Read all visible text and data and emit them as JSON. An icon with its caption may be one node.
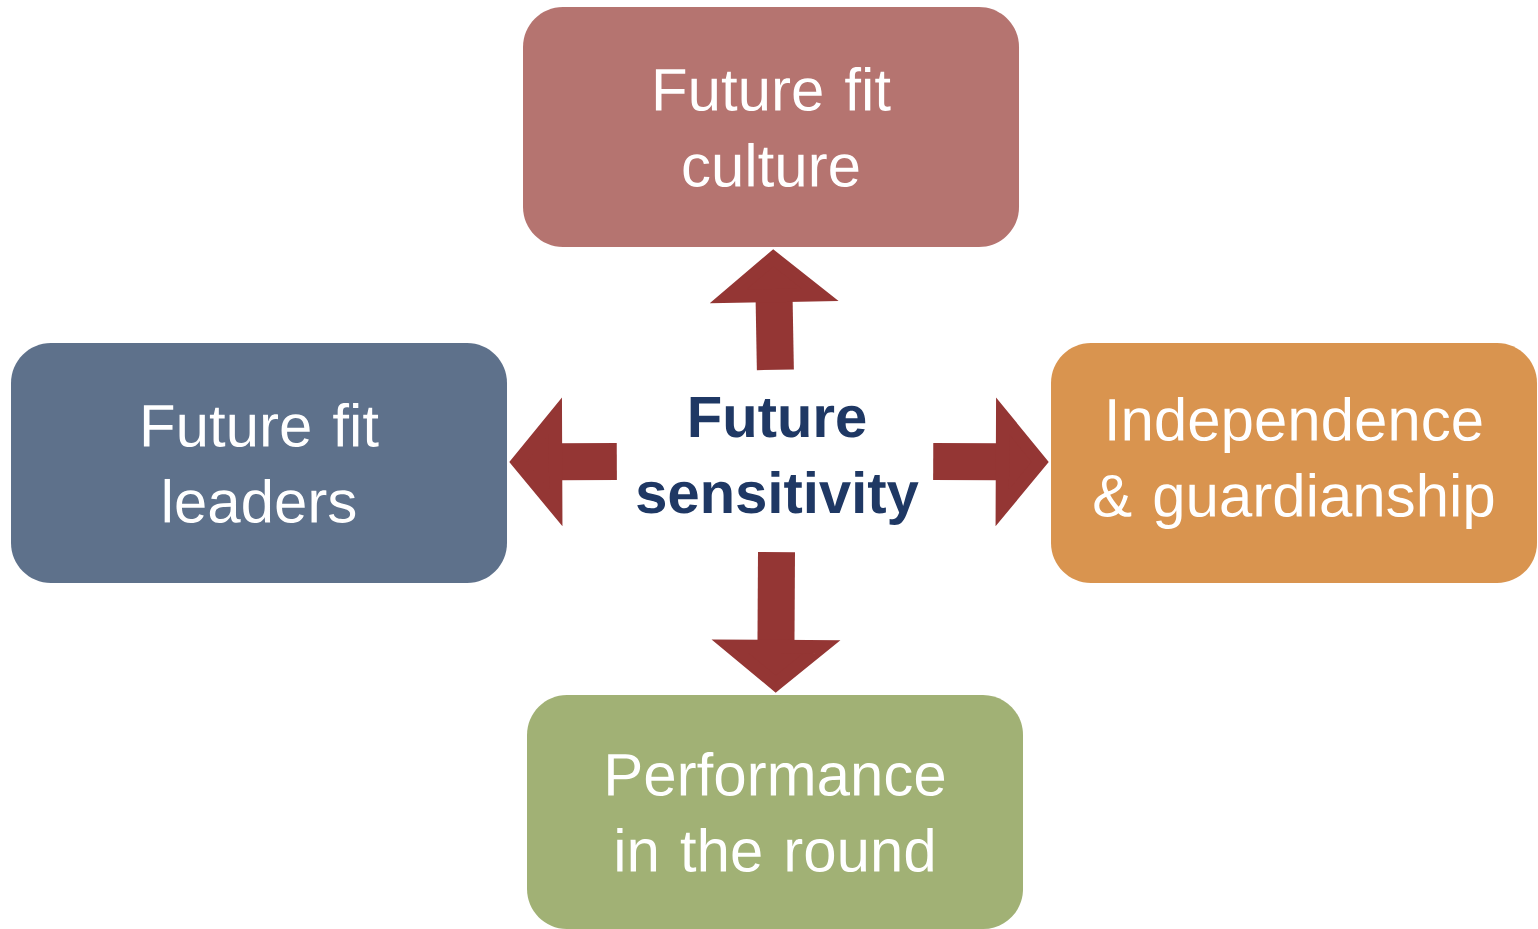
{
  "diagram": {
    "nodes": [
      {
        "text": [
          "Future fit culture"
        ]
      },
      {
        "text": [
          "Future fit leaders"
        ]
      },
      {
        "text": [
          "Future sensitivity"
        ]
      },
      {
        "text": [
          "Independence & guardianship"
        ]
      },
      {
        "text": [
          "Performance in the round"
        ]
      }
    ],
    "edges": [
      {
        "from": 2,
        "to": 0,
        "arrow": "to"
      },
      {
        "from": 2,
        "to": 1,
        "arrow": "to"
      },
      {
        "from": 2,
        "to": 3,
        "arrow": "to"
      },
      {
        "from": 2,
        "to": 4,
        "arrow": "to"
      }
    ]
  }
}
